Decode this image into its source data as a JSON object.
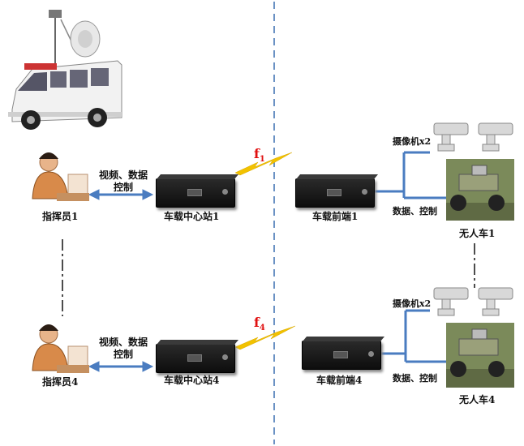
{
  "labels": {
    "commander1": "指挥员1",
    "commander4": "指挥员4",
    "link1": "视频、数据\n控制",
    "link4": "视频、数据\n控制",
    "center1": "车载中心站1",
    "center4": "车载中心站4",
    "front1": "车载前端1",
    "front4": "车载前端4",
    "freq1": "f",
    "freq1_sub": "1",
    "freq4": "f",
    "freq4_sub": "4",
    "camera1": "摄像机x2",
    "camera4": "摄像机x2",
    "data1": "数据、控制",
    "data4": "数据、控制",
    "ugv1": "无人车1",
    "ugv4": "无人车4"
  },
  "colors": {
    "link_line": "#4a7cc0",
    "frequency": "#e01010",
    "lightning": "#f2c200"
  }
}
